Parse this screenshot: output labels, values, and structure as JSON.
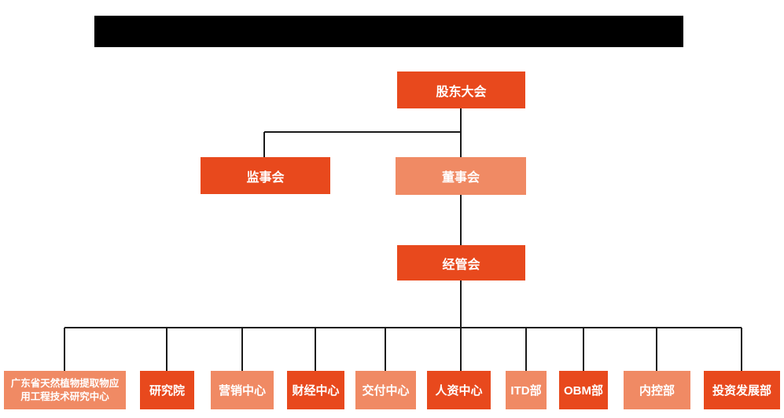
{
  "palette": {
    "dark": "#e8491d",
    "light": "#f08a64",
    "line": "#1a1a1a",
    "redacted_bar": "#000000",
    "background": "#ffffff",
    "node_text": "#ffffff"
  },
  "title_bar": {
    "type": "redacted-black-bar",
    "text": ""
  },
  "org_chart": {
    "top": {
      "label": "股东大会",
      "tone": "dark"
    },
    "second": [
      {
        "label": "监事会",
        "tone": "dark"
      },
      {
        "label": "董事会",
        "tone": "light"
      }
    ],
    "third": {
      "label": "经管会",
      "tone": "dark"
    },
    "departments": [
      {
        "label": "广东省天然植物提取物应用工程技术研究中心",
        "tone": "light"
      },
      {
        "label": "研究院",
        "tone": "dark"
      },
      {
        "label": "营销中心",
        "tone": "light"
      },
      {
        "label": "财经中心",
        "tone": "dark"
      },
      {
        "label": "交付中心",
        "tone": "light"
      },
      {
        "label": "人资中心",
        "tone": "dark"
      },
      {
        "label": "ITD部",
        "tone": "light"
      },
      {
        "label": "OBM部",
        "tone": "dark"
      },
      {
        "label": "内控部",
        "tone": "light"
      },
      {
        "label": "投资发展部",
        "tone": "dark"
      }
    ],
    "hierarchy": [
      {
        "parent": "股东大会",
        "children": [
          "监事会",
          "董事会"
        ]
      },
      {
        "parent": "董事会",
        "children": [
          "经管会"
        ]
      },
      {
        "parent": "经管会",
        "children": [
          "广东省天然植物提取物应用工程技术研究中心",
          "研究院",
          "营销中心",
          "财经中心",
          "交付中心",
          "人资中心",
          "ITD部",
          "OBM部",
          "内控部",
          "投资发展部"
        ]
      }
    ]
  }
}
